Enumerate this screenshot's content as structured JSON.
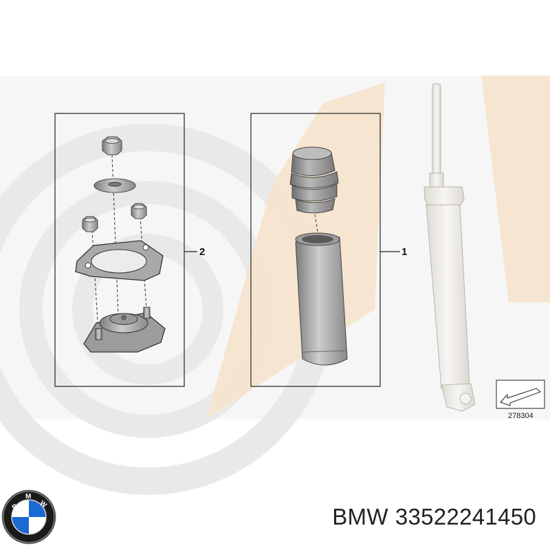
{
  "diagram": {
    "group_labels": {
      "mount_kit": "2",
      "protection_kit": "1"
    },
    "reference_number": "278304",
    "watermark_colors": {
      "gray": "#e9e9e9",
      "peach": "#f6e3cc"
    }
  },
  "caption": {
    "brand": "BMW",
    "part_number": "33522241450"
  },
  "logo": {
    "text": "BMW",
    "colors": {
      "blue": "#1c69d4",
      "ring": "#1a1a1a",
      "white": "#ffffff"
    }
  }
}
